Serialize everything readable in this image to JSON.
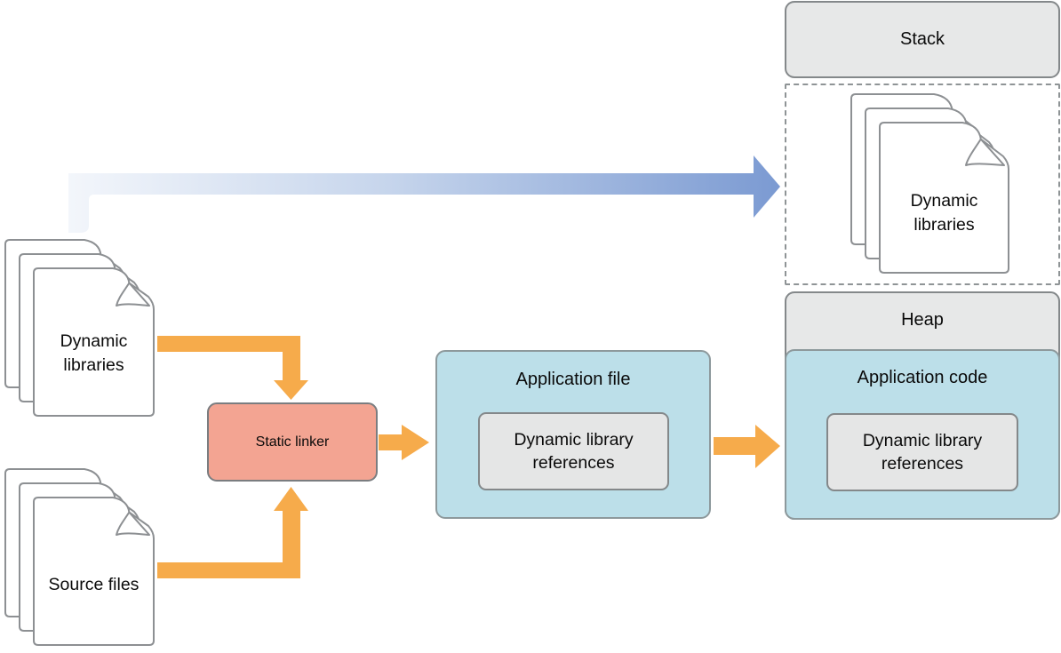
{
  "memory": {
    "stack_label": "Stack",
    "heap_label": "Heap",
    "loaded_libraries_label": "Dynamic libraries",
    "application_code": {
      "title": "Application code",
      "references": "Dynamic library references"
    }
  },
  "build": {
    "dynamic_libraries_label": "Dynamic libraries",
    "source_files_label": "Source files",
    "static_linker_label": "Static linker",
    "application_file": {
      "title": "Application file",
      "references": "Dynamic library references"
    }
  },
  "colors": {
    "orange_arrow": "#f6ab4b",
    "blue_arrow_start": "#f3f6fb",
    "blue_arrow_mid": "#c6d5ec",
    "blue_arrow_end": "#7b9ad2",
    "memory_region_fill": "#e7e8e8",
    "memory_region_border": "#84888a",
    "code_box_fill": "#bcdfe9",
    "code_box_border": "#8d999c",
    "linker_fill": "#f3a492",
    "linker_border": "#7a7d80",
    "reference_box_fill": "#e5e6e6",
    "dashed_border": "#8f9496",
    "document_border": "#8d9093",
    "text": "#0a0a0a"
  }
}
